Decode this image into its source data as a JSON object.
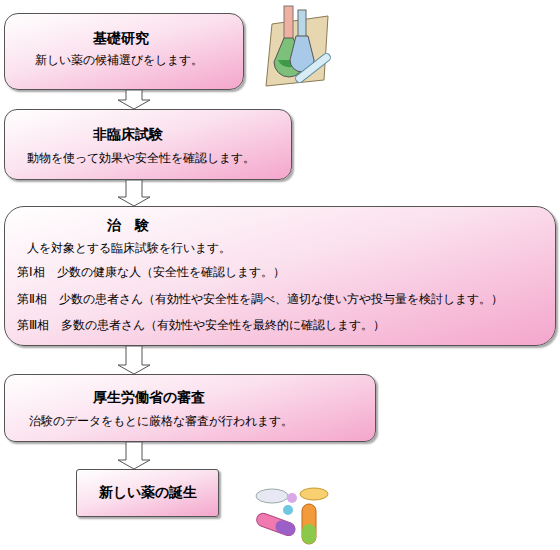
{
  "diagram": {
    "nodes": [
      {
        "text": [
          "基礎研究",
          "新しい薬の候補選びをします。"
        ]
      },
      {
        "text": [
          "非臨床試験",
          "動物を使って効果や安全性を確認します。"
        ]
      },
      {
        "text": [
          "治　験",
          "人を対象とする臨床試験を行います。",
          "第Ⅰ相　少数の健康な人（安全性を確認します。）",
          "第Ⅱ相　少数の患者さん（有効性や安全性を調べ、適切な使い方や投与量を検討します。）",
          "第Ⅲ相　多数の患者さん（有効性や安全性を最終的に確認します。）"
        ]
      },
      {
        "text": [
          "厚生労働省の審査",
          "治験のデータをもとに厳格な審査が行われます。"
        ]
      },
      {
        "text": [
          "新しい薬の誕生"
        ]
      }
    ],
    "edges": [
      {
        "from": 0,
        "to": 1,
        "arrow": "to"
      },
      {
        "from": 1,
        "to": 2,
        "arrow": "to"
      },
      {
        "from": 2,
        "to": 3,
        "arrow": "to"
      },
      {
        "from": 3,
        "to": 4,
        "arrow": "to"
      }
    ]
  }
}
